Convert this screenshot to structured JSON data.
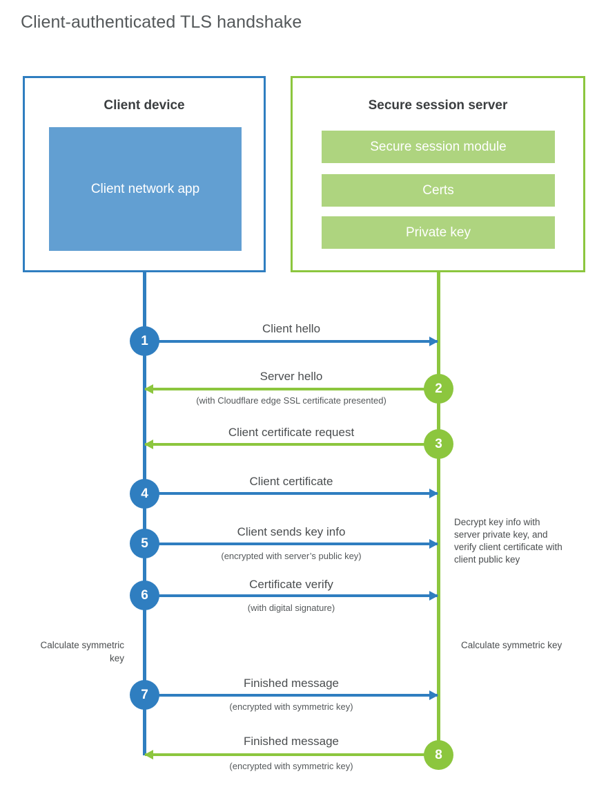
{
  "title": "Client-authenticated TLS handshake",
  "colors": {
    "blue": "#2f7ec0",
    "blue_fill": "#629fd2",
    "green": "#8cc63e",
    "green_fill": "#aed47f",
    "text": "#4a4d4f",
    "title_text": "#54585a",
    "background": "#ffffff"
  },
  "client": {
    "title": "Client device",
    "app_label": "Client network app"
  },
  "server": {
    "title": "Secure session server",
    "blocks": [
      {
        "label": "Secure session module"
      },
      {
        "label": "Certs"
      },
      {
        "label": "Private key"
      }
    ]
  },
  "steps": [
    {
      "number": "1",
      "direction": "client-to-server",
      "color": "blue",
      "label": "Client hello",
      "sub": ""
    },
    {
      "number": "2",
      "direction": "server-to-client",
      "color": "green",
      "label": "Server hello",
      "sub": "(with Cloudflare edge SSL certificate presented)"
    },
    {
      "number": "3",
      "direction": "server-to-client",
      "color": "green",
      "label": "Client certificate request",
      "sub": ""
    },
    {
      "number": "4",
      "direction": "client-to-server",
      "color": "blue",
      "label": "Client certificate",
      "sub": ""
    },
    {
      "number": "5",
      "direction": "client-to-server",
      "color": "blue",
      "label": "Client sends key info",
      "sub": "(encrypted with server’s public key)"
    },
    {
      "number": "6",
      "direction": "client-to-server",
      "color": "blue",
      "label": "Certificate verify",
      "sub": "(with digital signature)"
    },
    {
      "number": "7",
      "direction": "client-to-server",
      "color": "blue",
      "label": "Finished message",
      "sub": "(encrypted with symmetric key)"
    },
    {
      "number": "8",
      "direction": "server-to-client",
      "color": "green",
      "label": "Finished message",
      "sub": "(encrypted with symmetric key)"
    }
  ],
  "notes": {
    "decrypt": "Decrypt key info with server private key, and verify client certificate with client public key",
    "calculate_symmetric_key_client": "Calculate symmetric key",
    "calculate_symmetric_key_server": "Calculate symmetric key"
  }
}
